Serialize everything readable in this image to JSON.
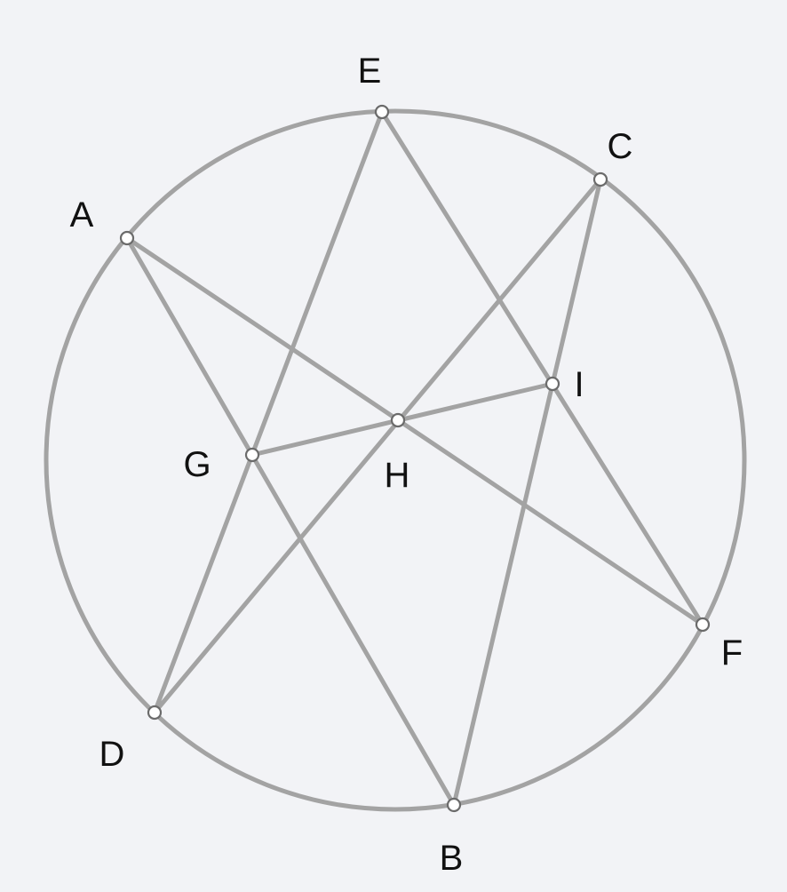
{
  "diagram": {
    "points": [
      {
        "id": "A",
        "label": "A"
      },
      {
        "id": "B",
        "label": "B"
      },
      {
        "id": "C",
        "label": "C"
      },
      {
        "id": "D",
        "label": "D"
      },
      {
        "id": "E",
        "label": "E"
      },
      {
        "id": "F",
        "label": "F"
      },
      {
        "id": "G",
        "label": "G"
      },
      {
        "id": "H",
        "label": "H"
      },
      {
        "id": "I",
        "label": "I"
      }
    ],
    "segments": [
      [
        "A",
        "F"
      ],
      [
        "A",
        "B"
      ],
      [
        "E",
        "D"
      ],
      [
        "E",
        "F"
      ],
      [
        "C",
        "D"
      ],
      [
        "C",
        "B"
      ],
      [
        "G",
        "I"
      ]
    ],
    "colors": {
      "background": "#f2f3f6",
      "stroke": "#a3a3a3",
      "point_fill": "#ffffff",
      "label": "#111111"
    }
  }
}
